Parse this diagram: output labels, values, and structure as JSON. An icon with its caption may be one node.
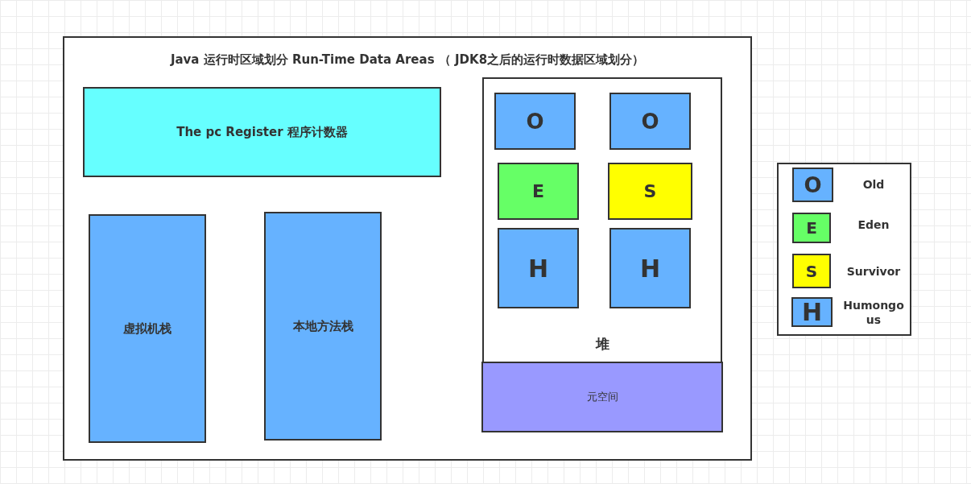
{
  "diagram": {
    "nodes": [
      {
        "text": [
          "Java 运行时区域划分 Run-Time Data Areas （ JDK8之后的运行时数据区域划分）"
        ]
      },
      {
        "text": [
          "The pc Register 程序计数器"
        ],
        "in": 0
      },
      {
        "text": [
          "虚拟机栈"
        ],
        "in": 0
      },
      {
        "text": [
          "本地方法栈"
        ],
        "in": 0
      },
      {
        "text": [
          "堆"
        ],
        "in": 0
      },
      {
        "text": [
          "O"
        ],
        "in": 4
      },
      {
        "text": [
          "O"
        ],
        "in": 4
      },
      {
        "text": [
          "E"
        ],
        "in": 4
      },
      {
        "text": [
          "S"
        ],
        "in": 4
      },
      {
        "text": [
          "H"
        ],
        "in": 4
      },
      {
        "text": [
          "H"
        ],
        "in": 4
      },
      {
        "text": [
          "元空间"
        ],
        "in": 0
      }
    ],
    "labels": [
      "O",
      "E",
      "S",
      "H"
    ],
    "legend": [
      {
        "text": "Old",
        "color": "#66b2ff"
      },
      {
        "text": "Eden",
        "color": "#66ff66"
      },
      {
        "text": "Survivor",
        "color": "#ffff00"
      },
      {
        "text": "Humongous",
        "color": "#66b2ff"
      }
    ]
  }
}
